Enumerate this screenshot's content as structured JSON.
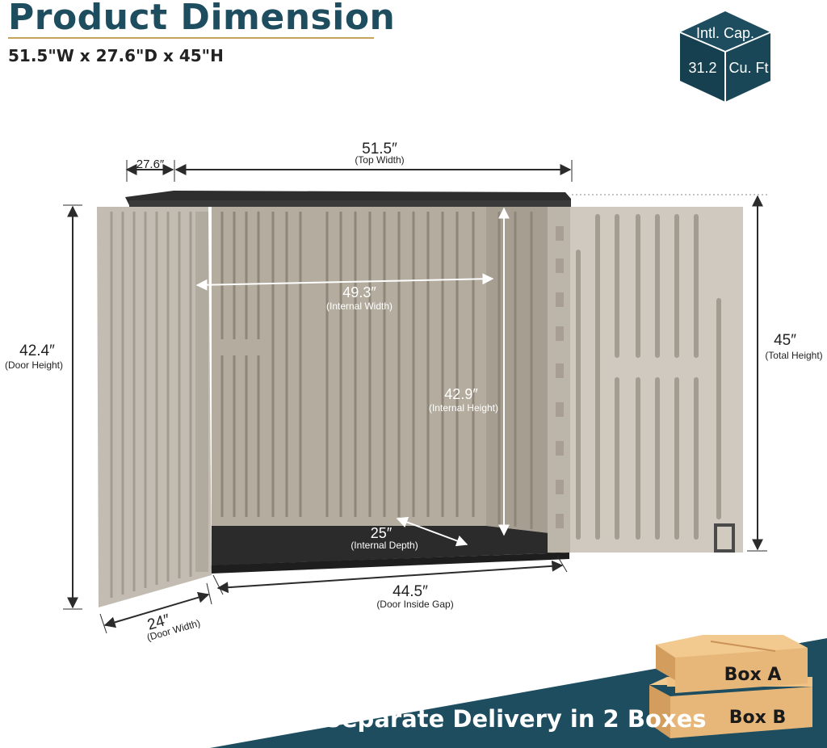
{
  "header": {
    "title": "Product Dimension",
    "subtitle": "51.5\"W x 27.6\"D x 45\"H"
  },
  "capacity_badge": {
    "label": "Intl. Cap.",
    "value": "31.2",
    "unit": "Cu. Ft"
  },
  "dimensions": {
    "depth": {
      "value": "27.6″"
    },
    "top_width": {
      "value": "51.5″",
      "caption": "(Top Width)"
    },
    "internal_width": {
      "value": "49.3″",
      "caption": "(Internal Width)"
    },
    "door_height": {
      "value": "42.4″",
      "caption": "(Door Height)"
    },
    "total_height": {
      "value": "45″",
      "caption": "(Total Height)"
    },
    "internal_height": {
      "value": "42.9″",
      "caption": "(Internal Height)"
    },
    "internal_depth": {
      "value": "25″",
      "caption": "(Internal Depth)"
    },
    "door_inside_gap": {
      "value": "44.5″",
      "caption": "(Door Inside Gap)"
    },
    "door_width": {
      "value": "24″",
      "caption": "(Door Width)"
    }
  },
  "delivery": {
    "text": "Separate Delivery in 2 Boxes",
    "boxes": [
      "Box A",
      "Box B"
    ]
  },
  "colors": {
    "brand_teal": "#1d4d5f",
    "gold_accent": "#c7a25d",
    "shed_body": "#bdb6ab",
    "shed_dark": "#2a2a2a",
    "cardboard": "#e4b47a"
  }
}
